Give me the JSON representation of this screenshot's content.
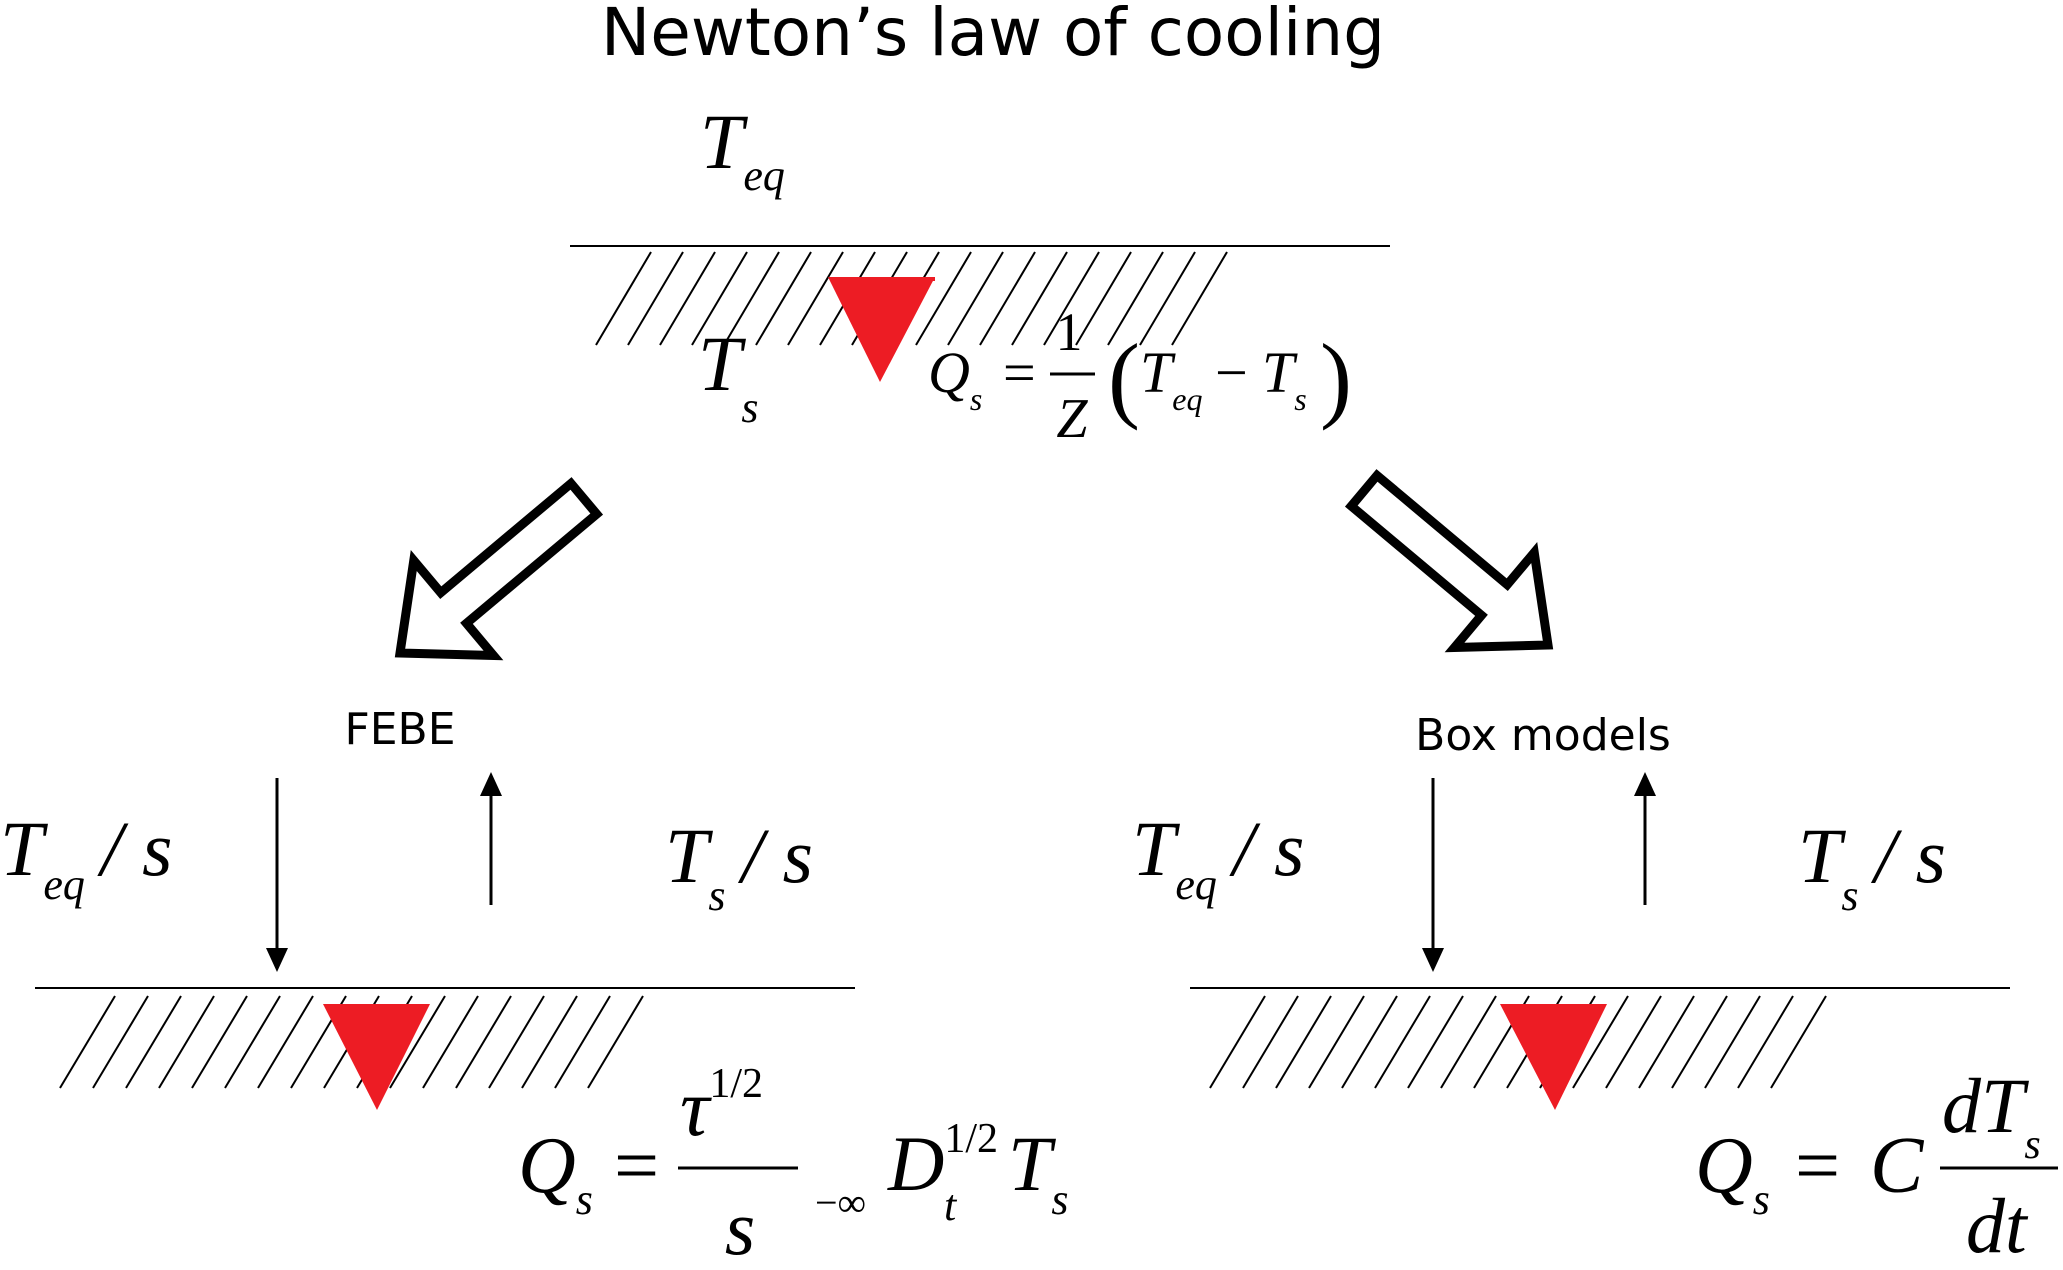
{
  "title": "Newton’s law of cooling",
  "top": {
    "t_eq": "T",
    "t_eq_sub": "eq",
    "t_s": "T",
    "t_s_sub": "s",
    "formula": {
      "q": "Q",
      "q_sub": "s",
      "equals": "=",
      "numerator": "1",
      "denominator": "Z",
      "open_paren": "(",
      "close_paren": ")",
      "t1": "T",
      "t1_sub": "eq",
      "minus": "−",
      "t2": "T",
      "t2_sub": "s"
    }
  },
  "left": {
    "label": "FEBE",
    "t_eq": "T",
    "t_eq_sub": "eq",
    "t_eq_over": "/ s",
    "t_s": "T",
    "t_s_sub": "s",
    "t_s_over": "/ s",
    "formula": {
      "q": "Q",
      "q_sub": "s",
      "equals": "=",
      "tau": "τ",
      "tau_sup": "1/2",
      "denominator": "s",
      "lower_limit": "−∞",
      "d": "D",
      "d_sup": "1/2",
      "d_sub": "t",
      "t": "T",
      "t_sub": "s"
    }
  },
  "right": {
    "label": "Box models",
    "t_eq": "T",
    "t_eq_sub": "eq",
    "t_eq_over": "/ s",
    "t_s": "T",
    "t_s_sub": "s",
    "t_s_over": "/ s",
    "formula": {
      "q": "Q",
      "q_sub": "s",
      "equals": "=",
      "c": "C",
      "numerator_d": "dT",
      "numerator_sub": "s",
      "denominator": "dt"
    }
  },
  "colors": {
    "flux_marker": "#ED1C24",
    "ink": "#000000",
    "background": "#FFFFFF"
  },
  "icons": {
    "flux_marker": "down-triangle-icon",
    "transition_arrow": "hollow-arrow-icon"
  }
}
